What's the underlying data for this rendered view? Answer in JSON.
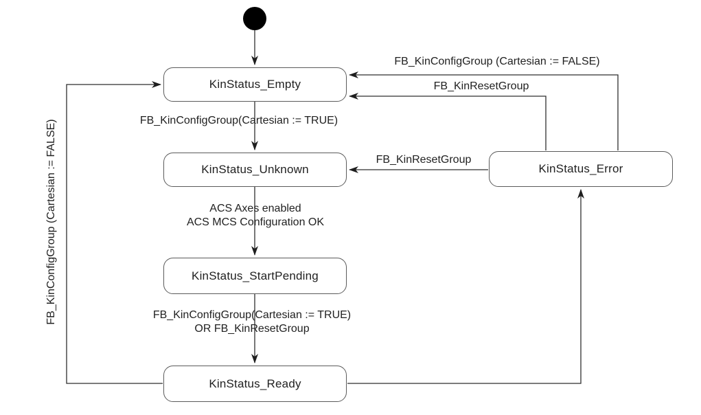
{
  "diagram": {
    "colors": {
      "background": "#ffffff",
      "line": "#2e2e2e",
      "text": "#212121",
      "node_border": "#5a5a5a",
      "node_fill": "#ffffff",
      "initial_dot": "#000000"
    },
    "nodes": {
      "empty": {
        "label": "KinStatus_Empty"
      },
      "unknown": {
        "label": "KinStatus_Unknown"
      },
      "start_pending": {
        "label": "KinStatus_StartPending"
      },
      "ready": {
        "label": "KinStatus_Ready"
      },
      "error": {
        "label": "KinStatus_Error"
      }
    },
    "edge_labels": {
      "empty_to_unknown": "FB_KinConfigGroup(Cartesian := TRUE)",
      "unknown_to_start_pending_line1": "ACS Axes enabled",
      "unknown_to_start_pending_line2": "ACS MCS Configuration OK",
      "start_pending_to_ready_line1": "FB_KinConfigGroup(Cartesian := TRUE)",
      "start_pending_to_ready_line2": "OR FB_KinResetGroup",
      "error_to_empty_config": "FB_KinConfigGroup (Cartesian := FALSE)",
      "error_to_empty_reset": "FB_KinResetGroup",
      "error_to_unknown": "FB_KinResetGroup",
      "ready_to_empty": "FB_KinConfigGroup (Cartesian := FALSE)"
    }
  }
}
